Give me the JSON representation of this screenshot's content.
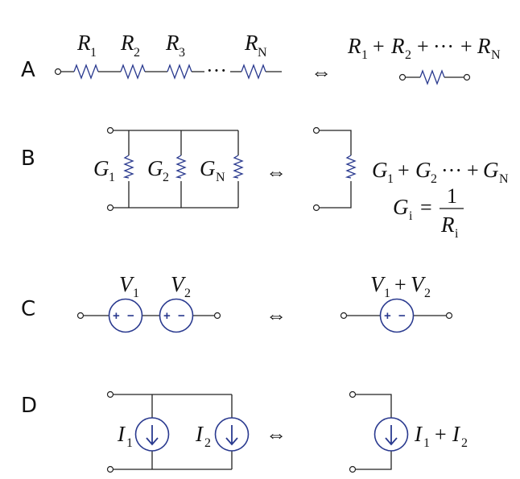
{
  "rows": {
    "a": {
      "label": "A",
      "r1": "R",
      "r1_sub": "1",
      "r2": "R",
      "r2_sub": "2",
      "r3": "R",
      "r3_sub": "3",
      "dots": "···",
      "rn": "R",
      "rn_sub": "N",
      "equiv": "⇔",
      "eq": {
        "r1": "R",
        "r1_sub": "1",
        "plus1": "+",
        "r2": "R",
        "r2_sub": "2",
        "plus2": "+",
        "dots": "···",
        "plus3": "+",
        "rn": "R",
        "rn_sub": "N"
      }
    },
    "b": {
      "label": "B",
      "g1": "G",
      "g1_sub": "1",
      "g2": "G",
      "g2_sub": "2",
      "gn": "G",
      "gn_sub": "N",
      "equiv": "⇔",
      "eq": {
        "g1": "G",
        "g1_sub": "1",
        "plus1": "+",
        "g2": "G",
        "g2_sub": "2",
        "dots": "···",
        "plus2": "+",
        "gn": "G",
        "gn_sub": "N"
      },
      "formula": {
        "gi": "G",
        "gi_sub": "i",
        "equals": "=",
        "num": "1",
        "den": "R",
        "den_sub": "i"
      }
    },
    "c": {
      "label": "C",
      "v1": "V",
      "v1_sub": "1",
      "v2": "V",
      "v2_sub": "2",
      "plus": "+",
      "minus": "−",
      "equiv": "⇔",
      "eq": {
        "v1": "V",
        "v1_sub": "1",
        "plus": "+",
        "v2": "V",
        "v2_sub": "2"
      }
    },
    "d": {
      "label": "D",
      "i1": "I",
      "i1_sub": "1",
      "i2": "I",
      "i2_sub": "2",
      "equiv": "⇔",
      "eq": {
        "i1": "I",
        "i1_sub": "1",
        "plus": "+",
        "i2": "I",
        "i2_sub": "2"
      }
    }
  },
  "colors": {
    "component": "#2a3a8f",
    "wire": "#222222"
  }
}
